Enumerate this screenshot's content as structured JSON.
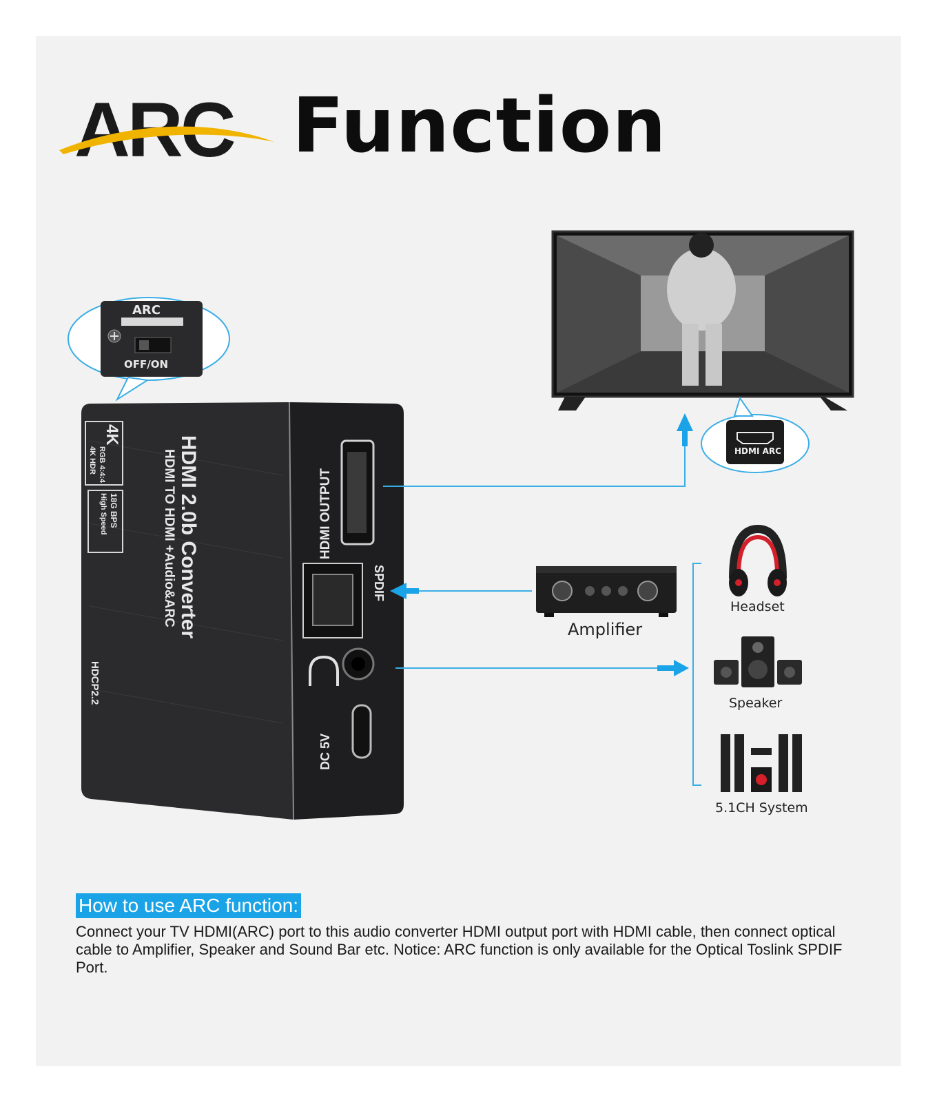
{
  "title": {
    "arc": "ARC",
    "function": "Function"
  },
  "switch_callout": {
    "label": "ARC",
    "state": "OFF/ON"
  },
  "device": {
    "badge_4k": "4K",
    "badge_lines": [
      "RGB 4:4:4",
      "4K HDR"
    ],
    "speed_lines": [
      "18G BPS",
      "High Speed"
    ],
    "name": "HDMI 2.0b Converter",
    "subtitle": "HDMI TO HDMI +Audio&ARC",
    "hdcp": "HDCP2.2",
    "port_hdmi": "HDMI OUTPUT",
    "port_spdif": "SPDIF",
    "port_dc": "DC 5V"
  },
  "tv_callout": {
    "label": "HDMI ARC"
  },
  "amplifier": {
    "label": "Amplifier"
  },
  "outputs": [
    {
      "label": "Headset"
    },
    {
      "label": "Speaker"
    },
    {
      "label": "5.1CH System"
    }
  ],
  "instructions": {
    "heading": "How to use ARC function:",
    "body": "Connect your TV HDMI(ARC) port to this audio converter HDMI output port with HDMI cable, then connect optical cable to Amplifier, Speaker and Sound Bar etc. Notice: ARC function is only available for the Optical Toslink SPDIF Port."
  },
  "colors": {
    "accent": "#1aa3e6",
    "device": "#2c2c2e",
    "swoosh": "#f0b400"
  }
}
